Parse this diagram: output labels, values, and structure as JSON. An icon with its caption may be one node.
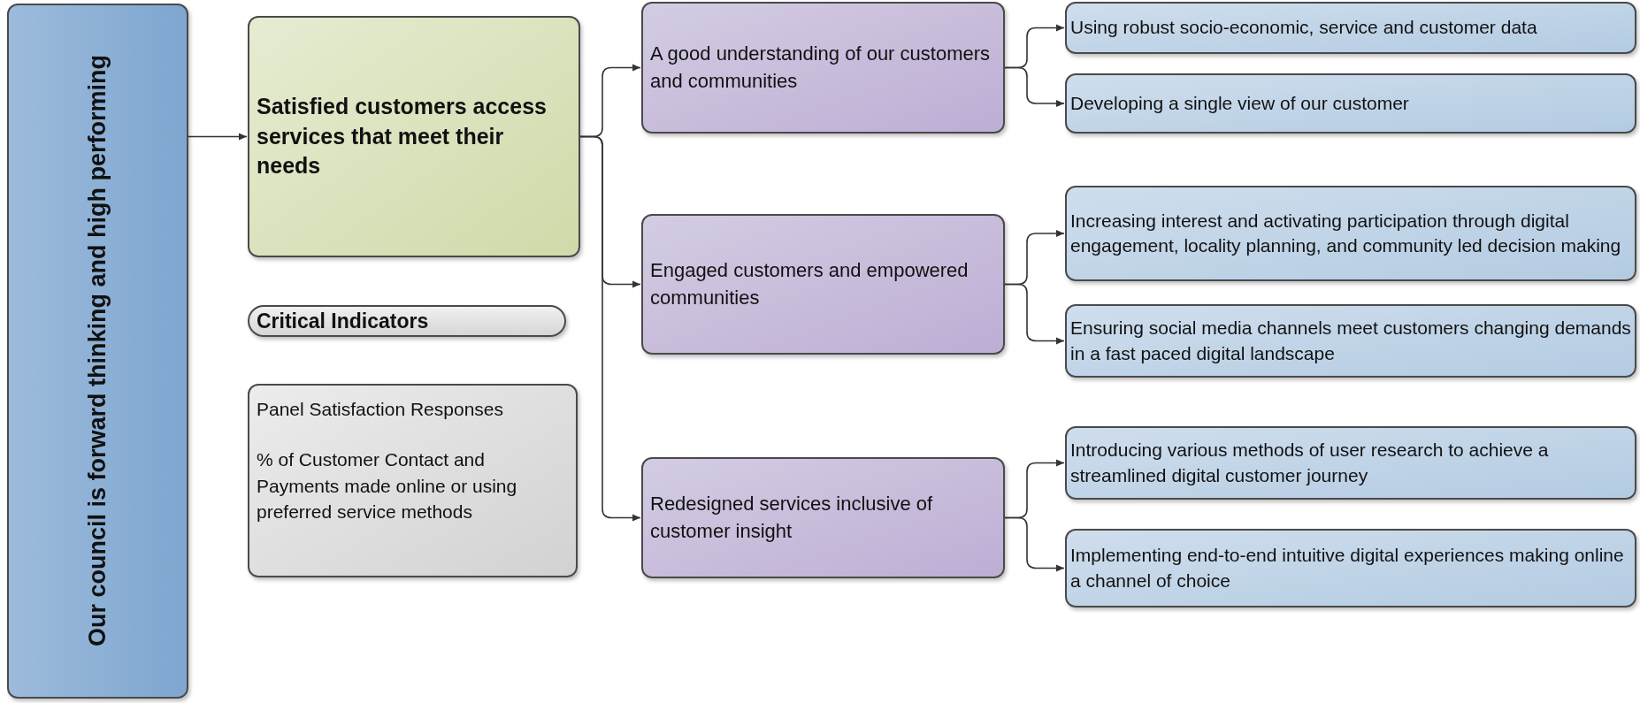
{
  "diagram": {
    "nodes": [
      {
        "text": [
          "Our council is forward thinking and high performing"
        ]
      },
      {
        "text": [
          "Satisfied customers access services that meet their needs"
        ]
      },
      {
        "text": [
          "Critical Indicators"
        ]
      },
      {
        "text": [
          "Panel Satisfaction Responses",
          "% of Customer Contact and Payments made online or using preferred service methods"
        ]
      },
      {
        "text": [
          "A good understanding of our customers and communities"
        ]
      },
      {
        "text": [
          "Using robust socio-economic, service and customer data"
        ]
      },
      {
        "text": [
          "Developing a single view of our customer"
        ]
      },
      {
        "text": [
          "Engaged customers and empowered communities"
        ]
      },
      {
        "text": [
          "Increasing interest and activating participation through digital engagement, locality planning, and community led decision making"
        ]
      },
      {
        "text": [
          "Ensuring social media channels meet customers changing demands in a fast paced digital landscape"
        ]
      },
      {
        "text": [
          "Redesigned services inclusive of customer insight"
        ]
      },
      {
        "text": [
          "Introducing various methods of user research to achieve a streamlined digital customer journey"
        ]
      },
      {
        "text": [
          "Implementing end-to-end intuitive digital experiences making online a channel of choice"
        ]
      }
    ],
    "edges": [
      {
        "from": 0,
        "to": 1,
        "arrow": "to"
      },
      {
        "from": 1,
        "to": 4,
        "arrow": "to"
      },
      {
        "from": 1,
        "to": 7,
        "arrow": "to"
      },
      {
        "from": 1,
        "to": 10,
        "arrow": "to"
      },
      {
        "from": 4,
        "to": 5,
        "arrow": "to"
      },
      {
        "from": 4,
        "to": 6,
        "arrow": "to"
      },
      {
        "from": 7,
        "to": 8,
        "arrow": "to"
      },
      {
        "from": 7,
        "to": 9,
        "arrow": "to"
      },
      {
        "from": 10,
        "to": 11,
        "arrow": "to"
      },
      {
        "from": 10,
        "to": 12,
        "arrow": "to"
      }
    ]
  }
}
